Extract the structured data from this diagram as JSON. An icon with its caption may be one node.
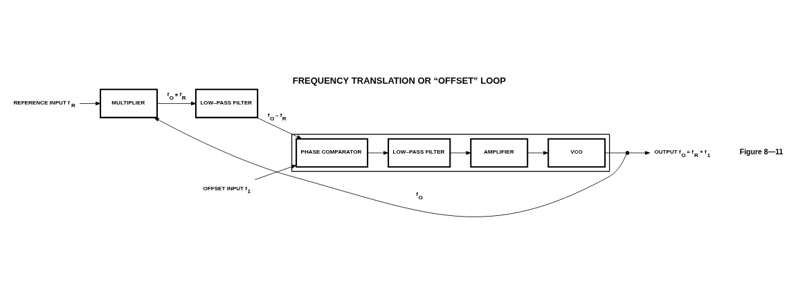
{
  "diagram": {
    "title": "FREQUENCY TRANSLATION OR “OFFSET” LOOP",
    "caption": "Figure 8—11",
    "nodes": [
      {
        "text": [
          "REFERENCE INPUT f$_{R}$"
        ]
      },
      {
        "text": [
          "MULTIPLIER"
        ]
      },
      {
        "text": [
          "LOW–PASS FILTER"
        ]
      },
      {
        "text": [
          "OFFSET INPUT f$_{1}$"
        ]
      },
      {
        "text": [],
        "shape": "box"
      },
      {
        "text": [
          "PHASE COMPARATOR"
        ],
        "in": 4
      },
      {
        "text": [
          "LOW–PASS FILTER"
        ],
        "in": 4
      },
      {
        "text": [
          "AMPLIFIER"
        ],
        "in": 4
      },
      {
        "text": [
          "VCO"
        ],
        "in": 4
      },
      {
        "text": [],
        "shape": "circle"
      },
      {
        "text": [
          "OUTPUT f$_{O}$ = f$_{R}$ + f$_{1}$"
        ]
      }
    ],
    "edges": [
      {
        "from": 0,
        "to": 1,
        "arrow": "to"
      },
      {
        "from": 1,
        "to": 2,
        "arrow": "to",
        "label": "f$_{O}$ ± f$_{R}$"
      },
      {
        "from": 2,
        "to": 5,
        "arrow": "to",
        "label": "f$_{O}$ – f$_{R}$"
      },
      {
        "from": 3,
        "to": 5,
        "arrow": "to"
      },
      {
        "from": 5,
        "to": 6,
        "arrow": "to"
      },
      {
        "from": 6,
        "to": 7,
        "arrow": "to"
      },
      {
        "from": 7,
        "to": 8,
        "arrow": "to"
      },
      {
        "from": 8,
        "to": 9,
        "arrow": "none"
      },
      {
        "from": 9,
        "to": 1,
        "arrow": "to",
        "label": "f$_{O}$"
      },
      {
        "from": 9,
        "to": 10,
        "arrow": "to"
      }
    ]
  }
}
